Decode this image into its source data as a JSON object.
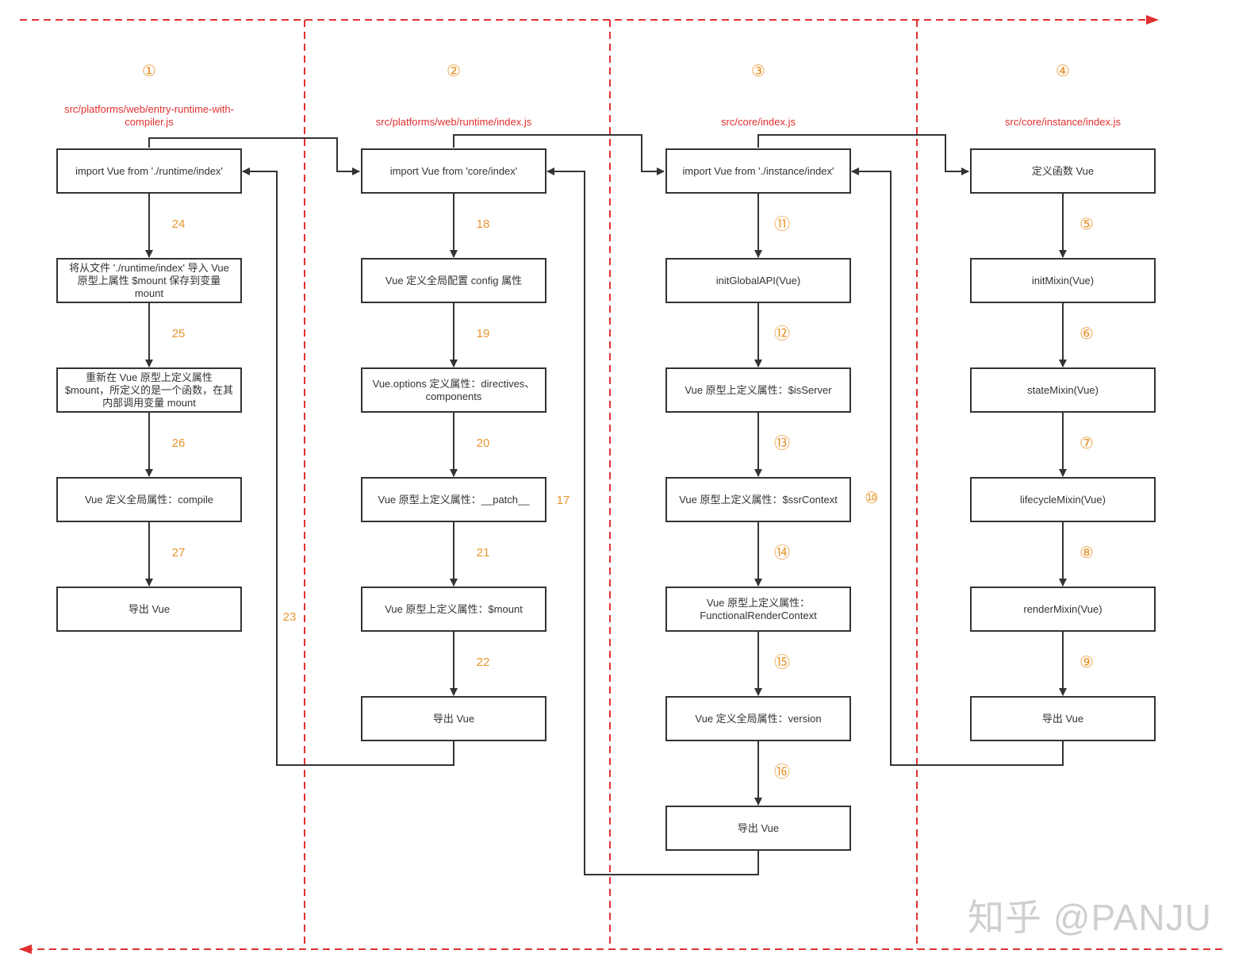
{
  "colors": {
    "border": "#e03030",
    "path": "#e03030",
    "step": "#e8952e",
    "box_border": "#333333",
    "text": "#333333",
    "watermark": "#cfcfcf"
  },
  "watermark": "知乎 @PANJU",
  "columns": [
    {
      "number": "①",
      "path": "src/platforms/web/entry-runtime-with-compiler.js",
      "boxes": [
        "import Vue from './runtime/index'",
        "将从文件 './runtime/index' 导入 Vue 原型上属性 $mount 保存到变量 mount",
        "重新在 Vue 原型上定义属性 $mount，所定义的是一个函数，在其内部调用变量 mount",
        "Vue 定义全局属性：compile",
        "导出 Vue"
      ],
      "steps": [
        "24",
        "25",
        "26",
        "27"
      ]
    },
    {
      "number": "②",
      "path": "src/platforms/web/runtime/index.js",
      "boxes": [
        "import Vue from 'core/index'",
        "Vue 定义全局配置 config 属性",
        "Vue.options 定义属性：directives、components",
        "Vue 原型上定义属性：__patch__",
        "Vue 原型上定义属性：$mount",
        "导出 Vue"
      ],
      "steps": [
        "18",
        "19",
        "20",
        "21",
        "22"
      ]
    },
    {
      "number": "③",
      "path": "src/core/index.js",
      "boxes": [
        "import Vue from './instance/index'",
        "initGlobalAPI(Vue)",
        "Vue 原型上定义属性：$isServer",
        "Vue 原型上定义属性：$ssrContext",
        "Vue 原型上定义属性：FunctionalRenderContext",
        "Vue 定义全局属性：version",
        "导出 Vue"
      ],
      "steps": [
        "⑪",
        "⑫",
        "⑬",
        "⑭",
        "⑮",
        "⑯"
      ]
    },
    {
      "number": "④",
      "path": "src/core/instance/index.js",
      "boxes": [
        "定义函数 Vue",
        "initMixin(Vue)",
        "stateMixin(Vue)",
        "lifecycleMixin(Vue)",
        "renderMixin(Vue)",
        "导出 Vue"
      ],
      "steps": [
        "⑤",
        "⑥",
        "⑦",
        "⑧",
        "⑨"
      ]
    }
  ],
  "return_steps": {
    "from_col2": "23",
    "from_col3": "17",
    "from_col4": "⑩"
  }
}
